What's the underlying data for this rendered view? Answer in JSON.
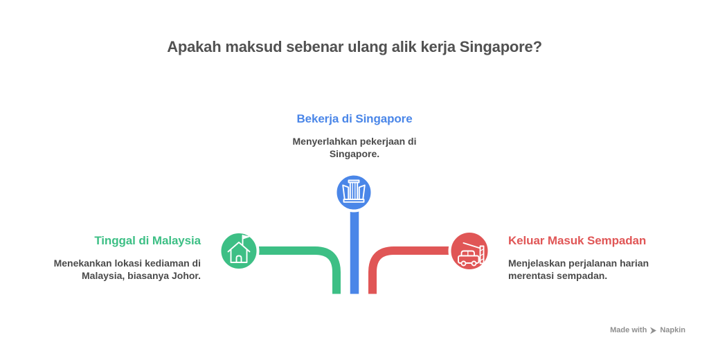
{
  "title": {
    "text": "Apakah maksud sebenar ulang alik kerja Singapore?"
  },
  "colors": {
    "blue": "#4a86e8",
    "green": "#3dbf85",
    "red": "#e05656",
    "title": "#515151",
    "text": "#4a4a4a",
    "watermark": "#8f8f8f",
    "ring": "#ffffff"
  },
  "nodes": {
    "work": {
      "heading": "Bekerja di Singapore",
      "lines": [
        "Menyerlahkan pekerjaan di",
        "Singapore."
      ],
      "icon": "city-buildings-icon"
    },
    "live": {
      "heading": "Tinggal di Malaysia",
      "lines": [
        "Menekankan lokasi kediaman di",
        "Malaysia, biasanya Johor."
      ],
      "icon": "house-flag-icon"
    },
    "border": {
      "heading": "Keluar Masuk Sempadan",
      "lines": [
        "Menjelaskan perjalanan harian",
        "merentasi sempadan."
      ],
      "icon": "car-border-gate-icon"
    }
  },
  "watermark": {
    "prefix": "Made with",
    "brand": "Napkin"
  }
}
